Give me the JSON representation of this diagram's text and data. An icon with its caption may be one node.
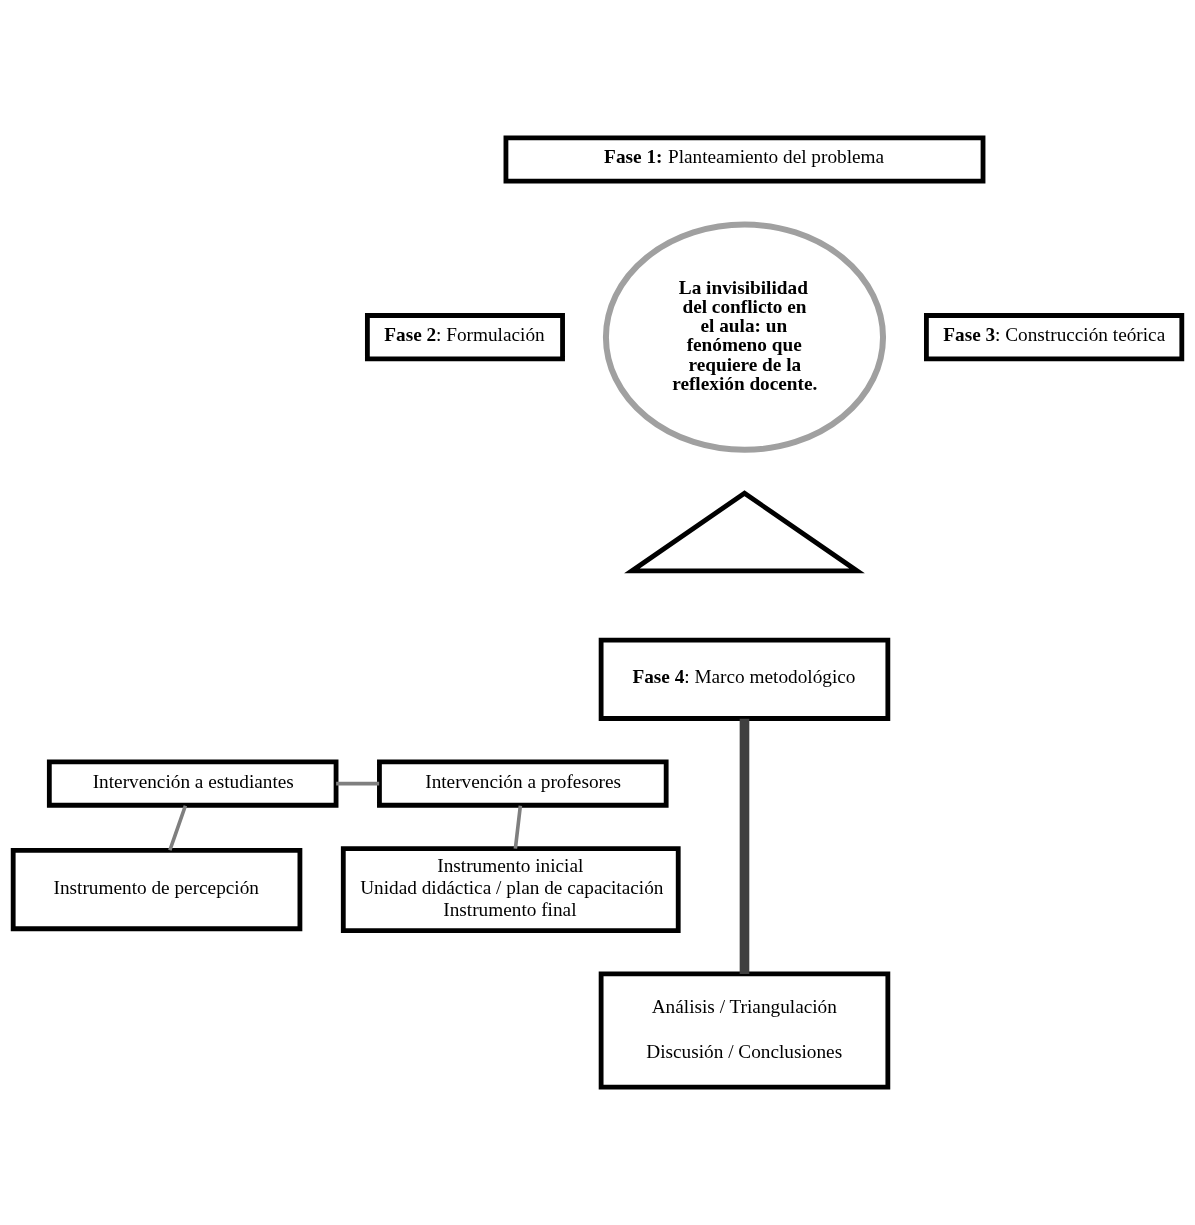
{
  "diagram": {
    "nodes": [
      {
        "text": [
          "**Fase 1:** Planteamiento del problema"
        ]
      },
      {
        "text": [
          "La invisibilidad del conflicto en el aula: un fenómeno que requiere de la reflexión docente."
        ]
      },
      {
        "text": [
          "**Fase 2**: Formulación"
        ]
      },
      {
        "text": [
          "**Fase 3**: Construcción teórica"
        ]
      },
      {
        "text": [],
        "shape": "triangle"
      },
      {
        "text": [
          "**Fase 4**: Marco metodológico"
        ]
      },
      {
        "text": [
          "Intervención a estudiantes"
        ]
      },
      {
        "text": [
          "Intervención a profesores"
        ]
      },
      {
        "text": [
          "Instrumento de percepción"
        ]
      },
      {
        "text": [
          "Instrumento inicial",
          "Unidad didáctica / plan de capacitación",
          "Instrumento final"
        ]
      },
      {
        "text": [
          "Análisis / Triangulación",
          "Discusión / Conclusiones"
        ]
      }
    ],
    "edges": [
      {
        "from": 6,
        "to": 7,
        "arrow": "none"
      },
      {
        "from": 6,
        "to": 8,
        "arrow": "none"
      },
      {
        "from": 7,
        "to": 9,
        "arrow": "none"
      },
      {
        "from": 5,
        "to": 10,
        "arrow": "none",
        "style": "thick",
        "color": "#404040"
      }
    ]
  }
}
